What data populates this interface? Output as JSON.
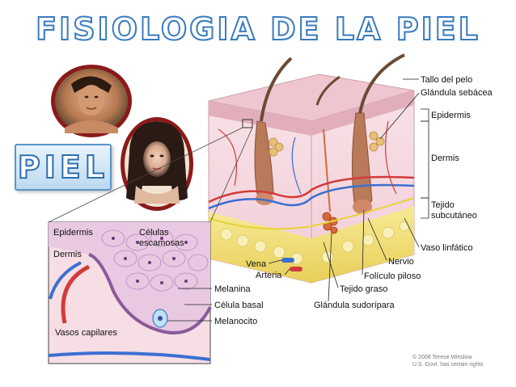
{
  "title": "FISIOLOGIA DE LA PIEL",
  "badge": "PIEL",
  "labels": {
    "tallo_pelo": "Tallo del pelo",
    "glandula_sebacea": "Glándula sebácea",
    "epidermis": "Epidermis",
    "dermis": "Dermis",
    "tejido_sub_1": "Tejido",
    "tejido_sub_2": "subcutáneo",
    "vaso_linfatico": "Vaso linfático",
    "nervio": "Nervio",
    "foliculo": "Folículo piloso",
    "tejido_graso": "Tejido graso",
    "glandula_sudoripara": "Glándula sudorípara",
    "vena": "Vena",
    "arteria": "Arteria"
  },
  "inset_labels": {
    "epidermis": "Epidermis",
    "celulas_1": "Células",
    "celulas_2": "escamosas",
    "dermis": "Dermis",
    "melanina": "Melanina",
    "celula_basal": "Célula basal",
    "melanocito": "Melanocito",
    "vasos": "Vasos capilares"
  },
  "copyright_1": "© 2008 Terese Winslow",
  "copyright_2": "U.S. Govt. has certain rights",
  "colors": {
    "title_outline": "#3a7bbf",
    "epidermis": "#e6b9c4",
    "dermis": "#f6dbe2",
    "fat": "#f2e27a",
    "artery": "#d23b3b",
    "vein": "#3b6fd2"
  }
}
